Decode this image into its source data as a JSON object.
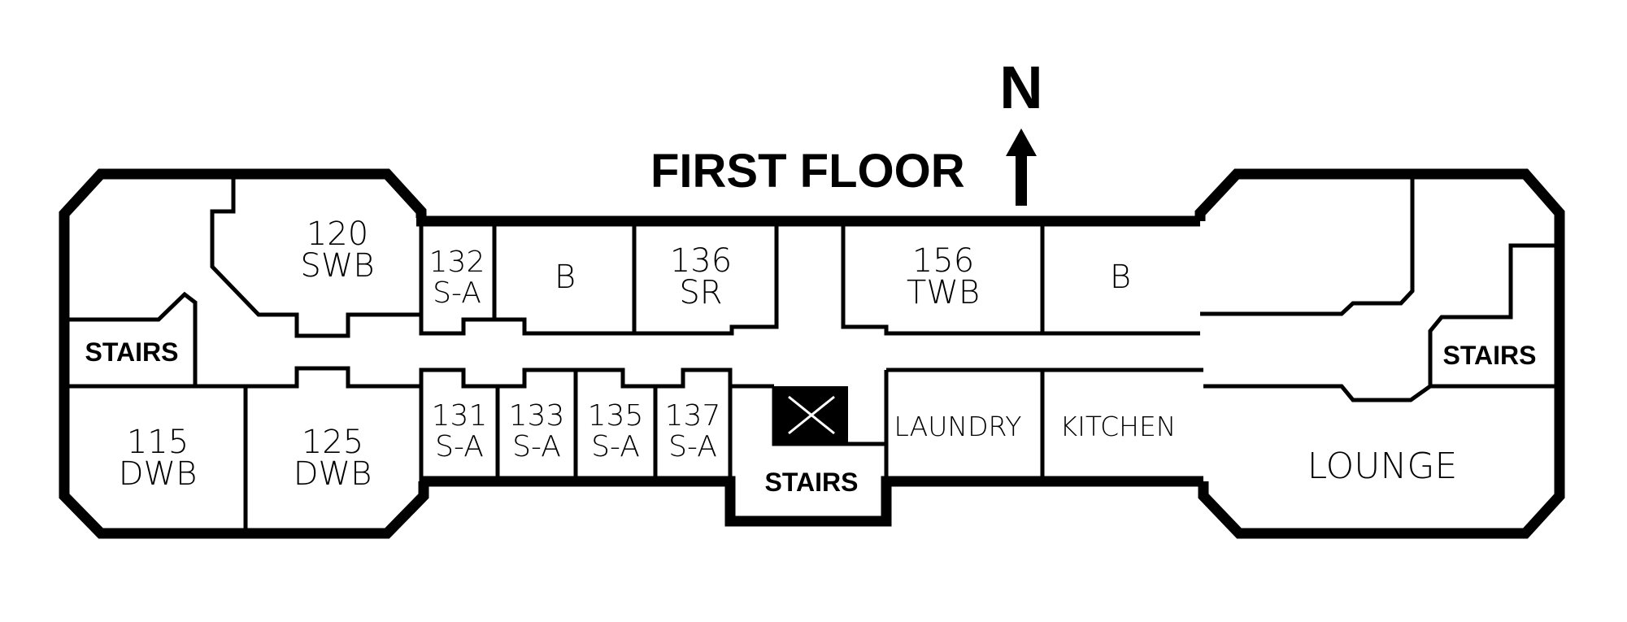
{
  "title": "FIRST FLOOR",
  "compass": {
    "label": "N",
    "icon": "north-arrow-icon"
  },
  "rooms": {
    "r120": {
      "number": "120",
      "type": "SWB"
    },
    "r132": {
      "number": "132",
      "type": "S-A"
    },
    "rB1": {
      "label": "B"
    },
    "r136": {
      "number": "136",
      "type": "SR"
    },
    "r156": {
      "number": "156",
      "type": "TWB"
    },
    "rB2": {
      "label": "B"
    },
    "r115": {
      "number": "115",
      "type": "DWB"
    },
    "r125": {
      "number": "125",
      "type": "DWB"
    },
    "r131": {
      "number": "131",
      "type": "S-A"
    },
    "r133": {
      "number": "133",
      "type": "S-A"
    },
    "r135": {
      "number": "135",
      "type": "S-A"
    },
    "r137": {
      "number": "137",
      "type": "S-A"
    },
    "laundry": {
      "label": "LAUNDRY"
    },
    "kitchen": {
      "label": "KITCHEN"
    },
    "lounge": {
      "label": "LOUNGE"
    }
  },
  "stairs": {
    "west": "STAIRS",
    "center": "STAIRS",
    "east": "STAIRS"
  },
  "elevator": {
    "icon": "elevator-x-icon"
  }
}
